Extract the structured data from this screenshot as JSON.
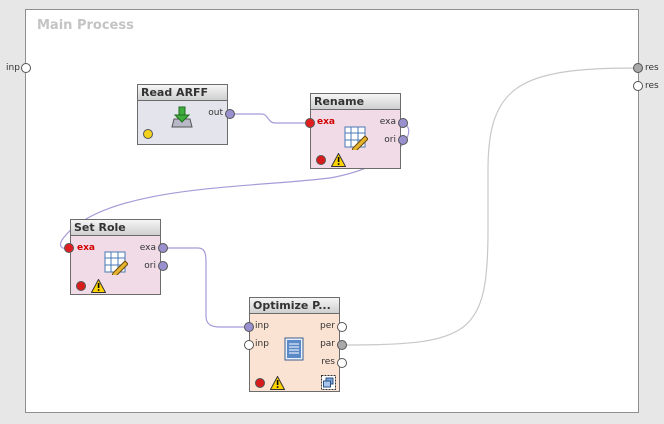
{
  "canvas": {
    "title": "Main Process"
  },
  "process_ports": {
    "left": [
      {
        "label": "inp"
      }
    ],
    "right": [
      {
        "label": "res"
      },
      {
        "label": "res"
      }
    ]
  },
  "operators": {
    "read_arff": {
      "title": "Read ARFF",
      "outputs": [
        {
          "label": "out"
        }
      ],
      "status": "yellow",
      "icon": "import-arrow-icon"
    },
    "rename": {
      "title": "Rename",
      "inputs": [
        {
          "label": "exa"
        }
      ],
      "outputs": [
        {
          "label": "exa"
        },
        {
          "label": "ori"
        }
      ],
      "status": "error",
      "icon": "table-edit-icon"
    },
    "set_role": {
      "title": "Set Role",
      "inputs": [
        {
          "label": "exa"
        }
      ],
      "outputs": [
        {
          "label": "exa"
        },
        {
          "label": "ori"
        }
      ],
      "status": "error",
      "icon": "table-edit-icon"
    },
    "optimize": {
      "title": "Optimize P...",
      "inputs": [
        {
          "label": "inp"
        },
        {
          "label": "inp"
        }
      ],
      "outputs": [
        {
          "label": "per"
        },
        {
          "label": "par"
        },
        {
          "label": "res"
        }
      ],
      "status": "error",
      "icon": "document-list-icon",
      "subprocess_icon": "subprocess-icon"
    }
  },
  "colors": {
    "read_arff_bg": "#e4e4ed",
    "rename_bg": "#f0dbe7",
    "set_role_bg": "#f0dbe7",
    "optimize_bg": "#fbe3d3",
    "wire_example": "#a89ad8",
    "wire_other": "#c8c8c8",
    "port_example": "#9990cf",
    "port_error": "#e02020",
    "port_gray": "#a9a9a9"
  }
}
